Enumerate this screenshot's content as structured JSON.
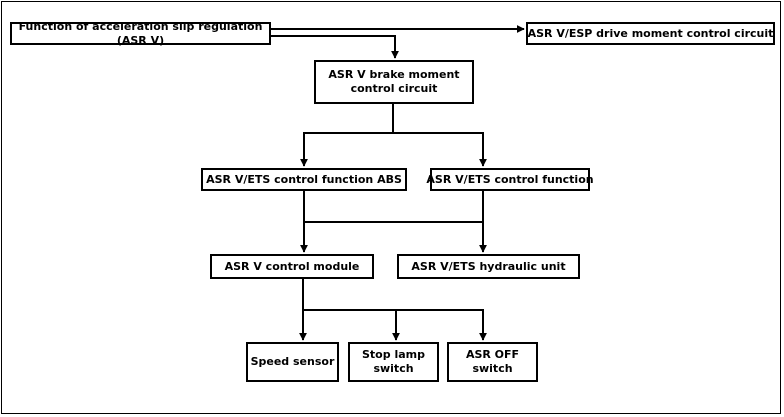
{
  "boxes": {
    "function": {
      "line1": "Function of acceleration slip regulation",
      "line2": "(ASR V)"
    },
    "drive_moment": {
      "line1": "ASR V/ESP drive moment control circuit"
    },
    "brake_moment": {
      "line1": "ASR V brake moment",
      "line2": "control circuit"
    },
    "ets_abs": {
      "line1": "ASR V/ETS control function ABS"
    },
    "ets_function": {
      "line1": "ASR V/ETS control function"
    },
    "control_module": {
      "line1": "ASR V control module"
    },
    "hydraulic_unit": {
      "line1": "ASR V/ETS hydraulic unit"
    },
    "speed_sensor": {
      "line1": "Speed sensor"
    },
    "stop_lamp": {
      "line1": "Stop lamp",
      "line2": "switch"
    },
    "asr_off": {
      "line1": "ASR OFF",
      "line2": "switch"
    }
  }
}
